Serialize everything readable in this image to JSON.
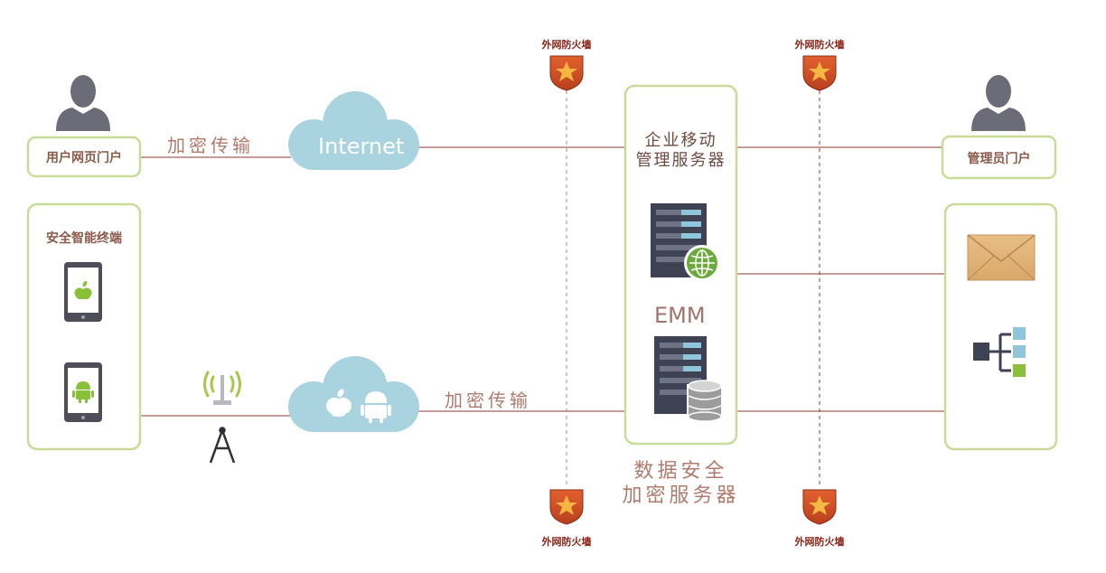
{
  "firewall_label": "外网防火墙",
  "user_portal": "用户网页门户",
  "admin_portal": "管理员门户",
  "secure_terminal": "安全智能终端",
  "encrypted_top": "加密传输",
  "encrypted_bottom": "加密传输",
  "internet": "Internet",
  "emm_server_line1": "企业移动",
  "emm_server_line2": "管理服务器",
  "emm": "EMM",
  "data_server_line1": "数据安全",
  "data_server_line2": "加密服务器",
  "colors": {
    "box_border": "#c8dc98",
    "line": "#8a3a32",
    "cloud": "#a9d3de",
    "person": "#6b6c78",
    "firewall": "#c8502a"
  }
}
